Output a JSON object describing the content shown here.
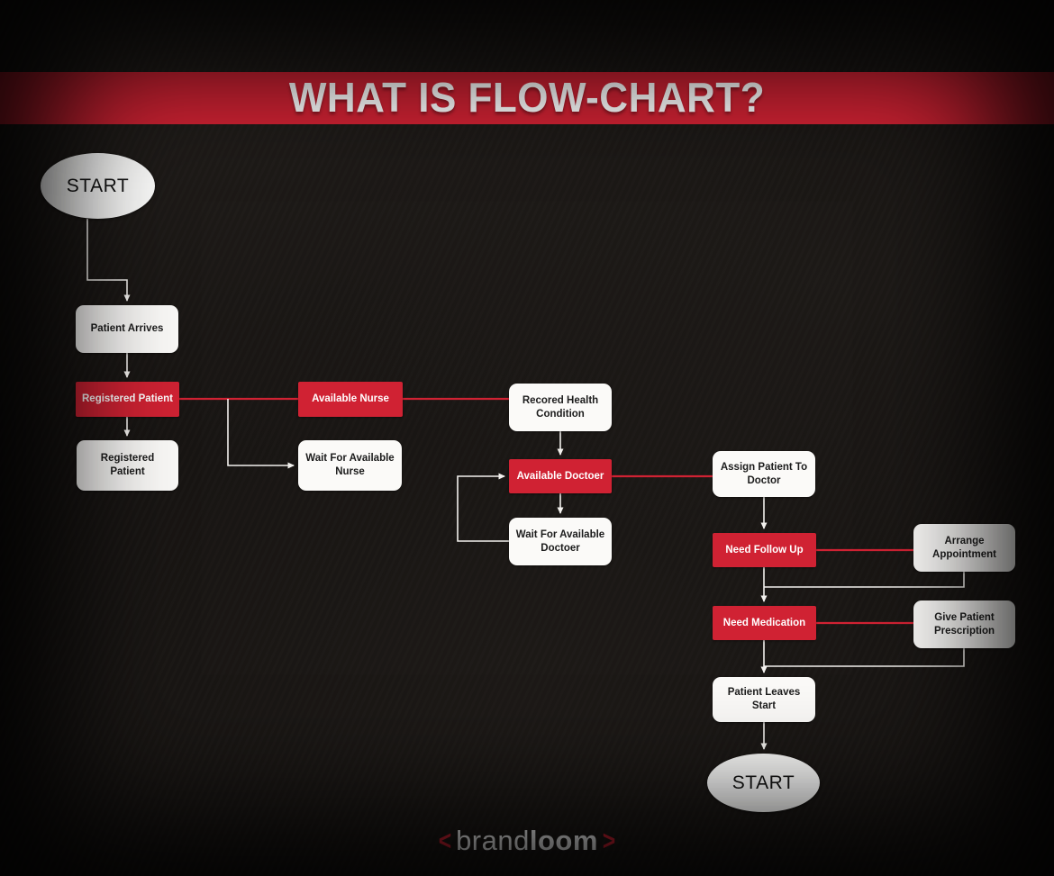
{
  "title": "WHAT IS FLOW-CHART?",
  "colors": {
    "red": "#d02233",
    "box_white": "#fbfaf8",
    "background": "#171412",
    "line_white": "#f3f1ee"
  },
  "flowchart": {
    "nodes": [
      {
        "id": "start-top",
        "type": "ellipse",
        "label": "START"
      },
      {
        "id": "patient-arrives",
        "type": "white",
        "label": "Patient Arrives"
      },
      {
        "id": "registered-patient-red",
        "type": "red",
        "label": "Registered Patient"
      },
      {
        "id": "registered-patient-white",
        "type": "white",
        "label": "Registered Patient"
      },
      {
        "id": "available-nurse",
        "type": "red",
        "label": "Available Nurse"
      },
      {
        "id": "wait-available-nurse",
        "type": "white",
        "label": "Wait For Available Nurse"
      },
      {
        "id": "recored-health-condition",
        "type": "white",
        "label": "Recored Health Condition"
      },
      {
        "id": "available-doctoer",
        "type": "red",
        "label": "Available Doctoer"
      },
      {
        "id": "wait-available-doctoer",
        "type": "white",
        "label": "Wait For Available Doctoer"
      },
      {
        "id": "assign-patient-to-doctor",
        "type": "white",
        "label": "Assign Patient To Doctor"
      },
      {
        "id": "need-follow-up",
        "type": "red",
        "label": "Need Follow Up"
      },
      {
        "id": "arrange-appointment",
        "type": "white",
        "label": "Arrange Appointment"
      },
      {
        "id": "need-medication",
        "type": "red",
        "label": "Need Medication"
      },
      {
        "id": "give-patient-prescription",
        "type": "white",
        "label": "Give Patient Prescription"
      },
      {
        "id": "patient-leaves-start",
        "type": "white",
        "label": "Patient Leaves Start"
      },
      {
        "id": "start-bottom",
        "type": "ellipse",
        "label": "START"
      }
    ]
  },
  "footer": {
    "open_bracket": "<",
    "brand": "brand",
    "loom": "loom",
    "close_bracket": ">"
  }
}
